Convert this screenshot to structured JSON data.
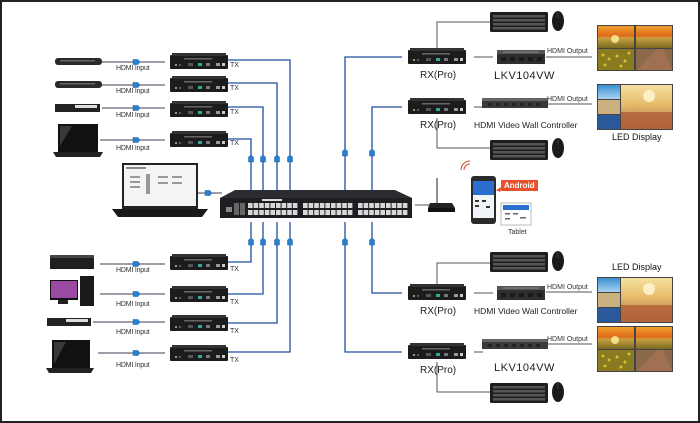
{
  "diagram": {
    "title": "HDMI over IP Video Wall System Diagram",
    "colors": {
      "cable_blue": "#1f4fa0",
      "cable_gray": "#555555",
      "connector_blue": "#2a7fd0",
      "device_black": "#1c1c1c",
      "android_badge": "#e5512b"
    },
    "sources_top": [
      {
        "device": "media-player",
        "input_label": "HDMI Input",
        "encoder_label": "TX"
      },
      {
        "device": "media-player",
        "input_label": "HDMI Input",
        "encoder_label": "TX"
      },
      {
        "device": "dvd-player",
        "input_label": "HDMI Input",
        "encoder_label": "TX"
      },
      {
        "device": "laptop",
        "input_label": "HDMI Input",
        "encoder_label": "TX"
      }
    ],
    "sources_bottom": [
      {
        "device": "set-top-box",
        "input_label": "HDMI Input",
        "encoder_label": "TX"
      },
      {
        "device": "desktop-pc",
        "input_label": "HDMI Input",
        "encoder_label": "TX"
      },
      {
        "device": "dvd-player",
        "input_label": "HDMI Input",
        "encoder_label": "TX"
      },
      {
        "device": "laptop",
        "input_label": "HDMI Input",
        "encoder_label": "TX"
      }
    ],
    "control_pc": {
      "device": "laptop-control-software"
    },
    "switch": {
      "device": "network-switch"
    },
    "router": {
      "device": "wifi-router"
    },
    "mobile": {
      "phone_badge": "Android",
      "tablet_label": "Tablet"
    },
    "receivers": [
      {
        "label": "RX(Pro)",
        "controller": "LKV104VW",
        "output_label": "HDMI Output",
        "display": "video-wall-2x2"
      },
      {
        "label": "RX(Pro)",
        "controller": "HDMI Video Wall Controller",
        "output_label": "HDMI Output",
        "display": "led-display-multiview",
        "display_label": "LED Display"
      },
      {
        "label": "RX(Pro)",
        "controller": "HDMI Video Wall Controller",
        "output_label": "HDMI Output",
        "display": "led-display-multiview",
        "display_label": "LED Display"
      },
      {
        "label": "RX(Pro)",
        "controller": "LKV104VW",
        "output_label": "HDMI Output",
        "display": "video-wall-2x2"
      }
    ]
  }
}
